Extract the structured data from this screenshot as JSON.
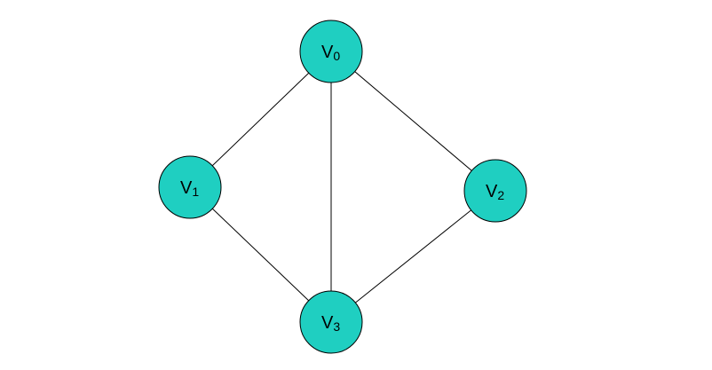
{
  "diagram": {
    "type": "undirected-graph",
    "node_color": "#1fcfc1",
    "stroke_color": "#000000",
    "nodes": [
      {
        "id": "v0",
        "label": "V",
        "sub": "0"
      },
      {
        "id": "v1",
        "label": "V",
        "sub": "1"
      },
      {
        "id": "v2",
        "label": "V",
        "sub": "2"
      },
      {
        "id": "v3",
        "label": "V",
        "sub": "3"
      }
    ],
    "edges": [
      {
        "from": "v0",
        "to": "v1"
      },
      {
        "from": "v0",
        "to": "v2"
      },
      {
        "from": "v0",
        "to": "v3"
      },
      {
        "from": "v1",
        "to": "v3"
      },
      {
        "from": "v2",
        "to": "v3"
      }
    ]
  }
}
